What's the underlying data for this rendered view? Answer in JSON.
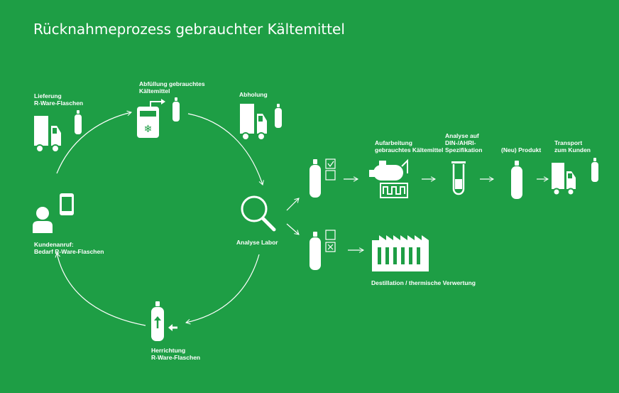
{
  "title": "Rücknahmeprozess gebrauchter Kältemittel",
  "cycle": {
    "delivery": "Lieferung\nR-Ware-Flaschen",
    "filling": "Abfüllung gebrauchtes\nKältemittel",
    "pickup": "Abholung",
    "lab": "Analyse Labor",
    "preparation": "Herrichtung\nR-Ware-Flaschen",
    "customer_call": "Kundenanruf:\nBedarf R-Ware-Flaschen"
  },
  "path_ok": {
    "reprocessing": "Aufarbeitung\ngebrauchtes Kältemittel",
    "analysis": "Analyse auf\nDIN-/AHRI-\nSpezifikation",
    "product": "(Neu) Produkt",
    "transport": "Transport\nzum Kunden"
  },
  "path_fail": {
    "disposal": "Destillation / thermische Verwertung"
  },
  "colors": {
    "background": "#1e9e45",
    "foreground": "#ffffff"
  }
}
